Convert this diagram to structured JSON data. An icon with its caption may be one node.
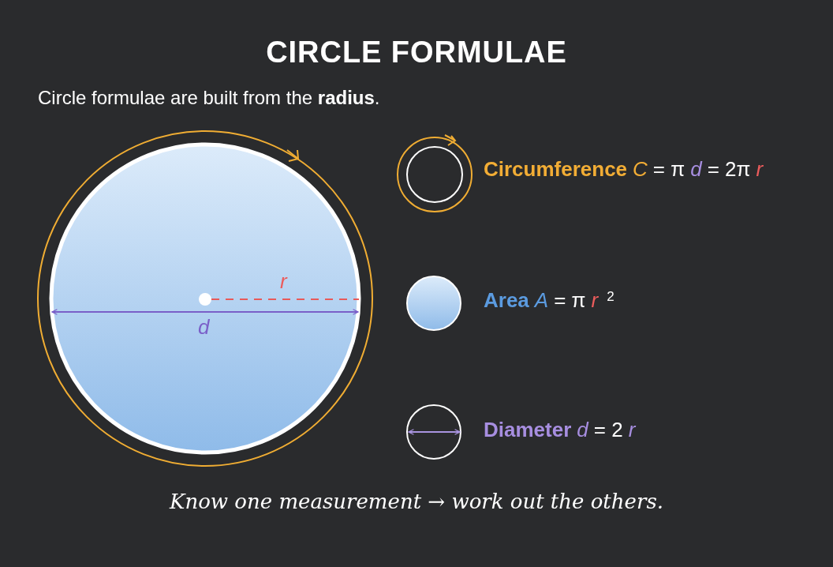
{
  "diagram": {
    "title": "CIRCLE FORMULAE",
    "labels": [
      "Circle formulae are built from the **radius**.",
      "Circumference",
      "C",
      "= π",
      "d",
      "= 2π",
      "r",
      "r",
      "Area",
      "A",
      "= π",
      "r",
      "2",
      "d",
      "Diameter",
      "d",
      "= 2",
      "r",
      "Know one measurement → work out the others."
    ]
  }
}
